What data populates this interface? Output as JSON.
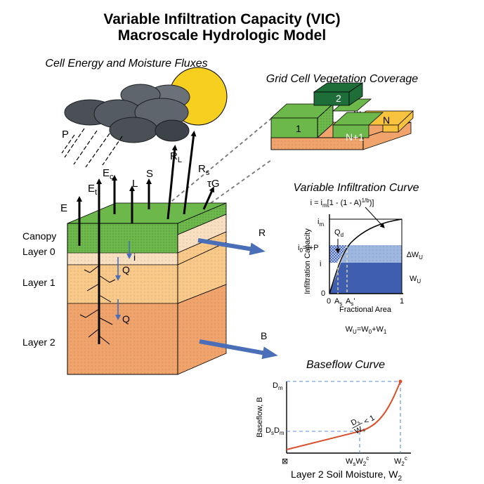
{
  "title": {
    "line1": "Variable Infiltration Capacity (VIC)",
    "line2": "Macroscale Hydrologic Model"
  },
  "sections": {
    "cell_fluxes": "Cell Energy and Moisture Fluxes",
    "vegetation": "Grid Cell Vegetation Coverage",
    "infiltration": "Variable Infiltration Curve",
    "baseflow": "Baseflow Curve"
  },
  "sky": {
    "precip": "P"
  },
  "fluxes": {
    "et": "E",
    "et_sub": "t",
    "ec": "E",
    "ec_sub": "c",
    "l": "L",
    "s": "S",
    "rl": "R",
    "rl_sub": "L",
    "rs": "R",
    "rs_sub": "s",
    "tg": "τG",
    "e": "E"
  },
  "layers": {
    "canopy": "Canopy",
    "layer0": "Layer 0",
    "layer1": "Layer 1",
    "layer2": "Layer 2"
  },
  "soil_labels": {
    "i": "i",
    "q1": "Q",
    "q2": "Q"
  },
  "arrows": {
    "runoff": "R",
    "baseflow": "B"
  },
  "vegetation_tiles": {
    "tile1": "1",
    "tile2": "2",
    "dots": "...",
    "tileN": "N",
    "tileN1": "N+1"
  },
  "infiltration_curve": {
    "equation": "i = i",
    "eq_m": "m",
    "eq_rest": "[1 - (1 - A)",
    "eq_exp": "1/b",
    "eq_close": ")]",
    "y_axis": "Infiltration Capacity",
    "x_axis": "Fractional Area",
    "im": "i",
    "im_sub": "m",
    "i0": "i",
    "i0_sub": "0",
    "i0_rest": "=i+P",
    "i": "i",
    "qd": "Q",
    "qd_sub": "d",
    "zero_y": "0",
    "zero_x": "0",
    "one_x": "1",
    "as": "A",
    "as_sub": "s",
    "asp": "A",
    "asp_sub": "s",
    "asp_prime": "'",
    "dwu": "∆W",
    "dwu_sub": "U",
    "wu": "W",
    "wu_sub": "U",
    "balance_w": "W",
    "balance_wsub": "U",
    "balance_eq": "=W",
    "balance_0": "0",
    "balance_plus": "+W",
    "balance_1": "1"
  },
  "baseflow_curve": {
    "y_axis": "Baseflow, B",
    "x_axis": "Layer 2 Soil Moisture, W",
    "x_axis_sub": "2",
    "dm": "D",
    "dm_sub": "m",
    "dsdm": "D",
    "dsdm_s": "s",
    "dsdm_d": "D",
    "dsdm_m": "m",
    "origin": "⊠",
    "wsw2c": "W",
    "wsw2c_s": "s",
    "wsw2c_w": "W",
    "wsw2c_2": "2",
    "wsw2c_c": "c",
    "w2c": "W",
    "w2c_2": "2",
    "w2c_c": "c",
    "ratio_num": "D",
    "ratio_num_sub": "s",
    "ratio_den": "W",
    "ratio_den_sub": "s",
    "ratio_lt": "< 1"
  },
  "colors": {
    "canopy_green": "#6cb84a",
    "dark_green": "#1e6e3a",
    "layer0": "#f7dfc0",
    "layer1": "#f8c988",
    "layer2": "#f0a46c",
    "tile_n": "#f7c23d",
    "tile_n1": "#f0a46c",
    "arrow_blue": "#4a6fb8",
    "well_blue": "#3f5eb0",
    "light_blue": "#9db7e0",
    "curve_red": "#d9502a",
    "sun": "#f6cf1f",
    "cloud": "#4a5056"
  },
  "icons": {
    "sun": "sun-icon",
    "clouds": "cloud-icon",
    "rain": "rain-icon"
  }
}
